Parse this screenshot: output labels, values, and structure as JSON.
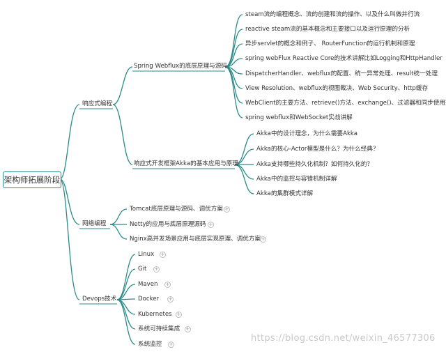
{
  "colors": {
    "line": "#2b8a8a",
    "text": "#333333"
  },
  "root": "架构师拓展阶段",
  "branches": [
    {
      "label": "响应式编程"
    },
    {
      "label": "网络编程"
    },
    {
      "label": "Devops技术"
    }
  ],
  "webflux": {
    "label": "Spring Webflux的底层原理与源码",
    "items": [
      "steam流的编程概念、流的创建和流的操作、以及什么叫做并行流",
      "reactive steam流的基本概念和主要接口以及运行原理的分析",
      "异步servlet的概念和例子、 RouterFunction的运行机制和原理",
      "spring webFlux Reactive Core的技术讲解比如Logging和HttpHandler",
      "DispatcherHandler、webflux的配置、统一异常处理、result统一处理",
      "View Resolution、webflux的视图裁决、Web Security、http缓存",
      "WebClient的主要方法、retrieve()方法、exchange()、过滤器和同步使用技巧",
      "spring webflux和WebSocket实战讲解"
    ]
  },
  "akka": {
    "label": "响应式开发框架Akka的基本应用与原理",
    "items": [
      "Akka中的设计理念，为什么需要Akka",
      "Akka的核心-Actor模型是什么？为什么经典？",
      "Akka支持哪些持久化机制？如何持久化的？",
      "Akka中的监控与容错机制详解",
      "Akka的集群模式详解"
    ]
  },
  "network_items": [
    "Tomcat底层原理与源码、调优方案",
    "Netty的应用与底层原理源码",
    "Nginx高并发场景应用与底层实现原理、调优方案"
  ],
  "devops_items": [
    "Linux",
    "Git",
    "Maven",
    "Docker",
    "Kubernetes",
    "系统可持续集成",
    "系统监控"
  ],
  "expand_symbol": "+",
  "watermark": "https://blog.csdn.net/weixin_46577306"
}
